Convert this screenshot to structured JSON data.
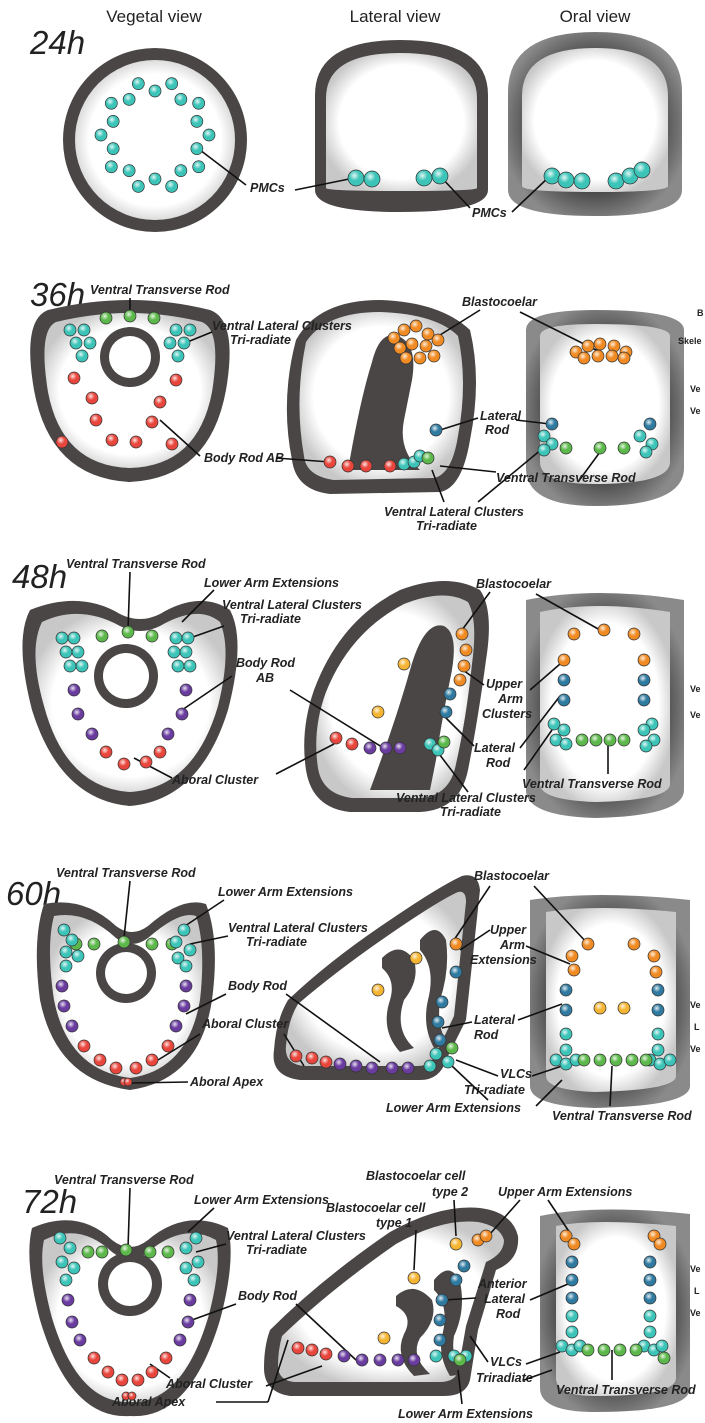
{
  "view_headers": [
    "Vegetal view",
    "Lateral view",
    "Oral view"
  ],
  "stages": [
    {
      "time": "24h",
      "labels": {
        "pmcs_vegetal": "PMCs",
        "pmcs_lateral": "PMCs"
      }
    },
    {
      "time": "36h",
      "labels": {
        "ventral_transverse_rod": "Ventral Transverse Rod",
        "vlc_title": "Ventral Lateral Clusters",
        "vlc_sub": "Tri-radiate",
        "body_rod_ab": "Body Rod AB",
        "blastocoelar": "Blastocoelar",
        "lateral_rod_1": "Lateral",
        "lateral_rod_2": "Rod",
        "ventral_transverse_rod_lateral": "Ventral Transverse Rod",
        "vlc_lateral_title": "Ventral Lateral Clusters",
        "vlc_lateral_sub": "Tri-radiate",
        "cut_b": "B",
        "cut_skele": "Skele",
        "cut_v1": "Ve",
        "cut_v2": "Ve"
      }
    },
    {
      "time": "48h",
      "labels": {
        "ventral_transverse_rod": "Ventral Transverse Rod",
        "lower_arm_extensions": "Lower Arm Extensions",
        "vlc_title": "Ventral Lateral Clusters",
        "vlc_sub": "Tri-radiate",
        "body_rod_1": "Body Rod",
        "body_rod_2": "AB",
        "aboral_cluster": "Aboral Cluster",
        "blastocoelar": "Blastocoelar",
        "upper_arm_1": "Upper",
        "upper_arm_2": "Arm",
        "upper_arm_3": "Clusters",
        "lateral_rod_1": "Lateral",
        "lateral_rod_2": "Rod",
        "vlc_lateral_title": "Ventral Lateral Clusters",
        "vlc_lateral_sub": "Tri-radiate",
        "ventral_transverse_rod_oral": "Ventral Transverse Rod",
        "cut_v1": "Ve",
        "cut_v2": "Ve"
      }
    },
    {
      "time": "60h",
      "labels": {
        "ventral_transverse_rod": "Ventral Transverse Rod",
        "lower_arm_extensions": "Lower Arm Extensions",
        "vlc_title": "Ventral Lateral Clusters",
        "vlc_sub": "Tri-radiate",
        "body_rod": "Body Rod",
        "aboral_cluster": "Aboral Cluster",
        "aboral_apex": "Aboral Apex",
        "blastocoelar": "Blastocoelar",
        "upper_arm_1": "Upper",
        "upper_arm_2": "Arm",
        "upper_arm_3": "Extensions",
        "lateral_rod_1": "Lateral",
        "lateral_rod_2": "Rod",
        "vlcs": "VLCs",
        "tri_radiate": "Tri-radiate",
        "lower_arm_extensions_lateral": "Lower Arm Extensions",
        "ventral_transverse_rod_oral": "Ventral Transverse Rod",
        "cut_v1": "Ve",
        "cut_l": "L",
        "cut_v2": "Ve"
      }
    },
    {
      "time": "72h",
      "labels": {
        "ventral_transverse_rod": "Ventral Transverse Rod",
        "lower_arm_extensions": "Lower Arm Extensions",
        "vlc_title": "Ventral Lateral Clusters",
        "vlc_sub": "Tri-radiate",
        "body_rod": "Body Rod",
        "aboral_cluster": "Aboral Cluster",
        "aboral_apex": "Aboral Apex",
        "blasto2_1": "Blastocoelar cell",
        "blasto2_2": "type 2",
        "blasto1_1": "Blastocoelar cell",
        "blasto1_2": "type 1",
        "upper_arm_extensions": "Upper Arm Extensions",
        "anterior_lateral_1": "Anterior",
        "anterior_lateral_2": "Lateral",
        "anterior_lateral_3": "Rod",
        "vlcs": "VLCs",
        "triradiate": "Triradiate",
        "lower_arm_extensions_lateral": "Lower Arm Extensions",
        "ventral_transverse_rod_oral": "Ventral Transverse Rod",
        "cut_v1": "Ve",
        "cut_l": "L",
        "cut_v2": "Ve"
      }
    }
  ],
  "cell_colors": {
    "primary_mesenchyme": "#3cc4b8",
    "ventral_transverse_rod": "#5cb84a",
    "body_rod": "#e8463c",
    "body_rod_purple": "#6a3ca0",
    "blastocoelar": "#f08a22",
    "blastocoelar_type2": "#f5b432",
    "lateral_rod": "#2f7aa0",
    "embryo_wall": "#4a4646"
  }
}
